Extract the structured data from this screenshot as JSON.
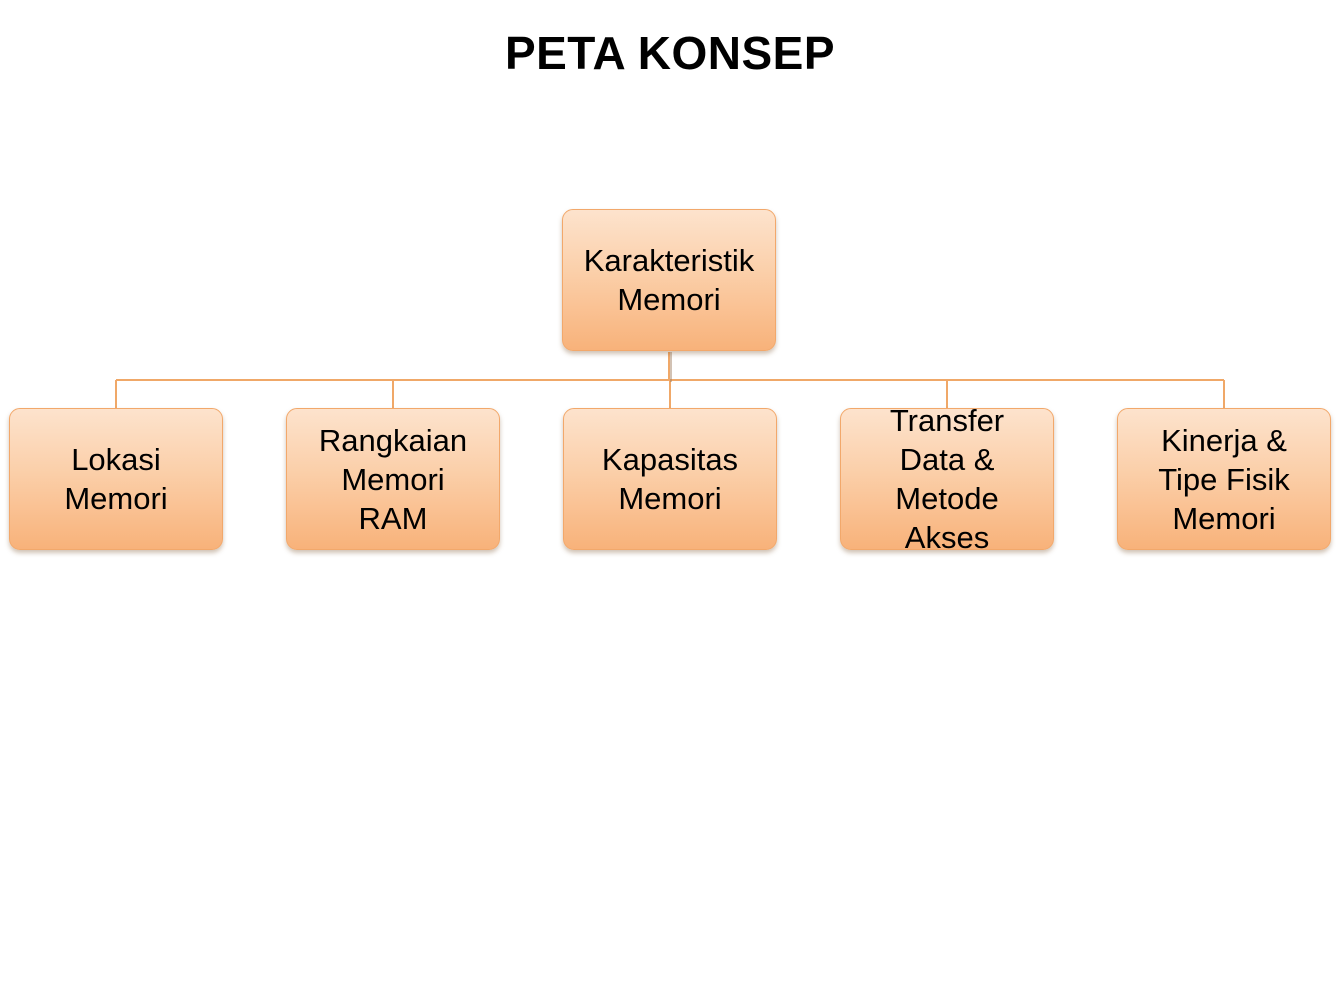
{
  "title": "PETA KONSEP",
  "colors": {
    "node_border": "#f2a86b",
    "node_fill_top": "#fde3cd",
    "node_fill_bottom": "#f8b27a",
    "connector": "#f0a868"
  },
  "concept_map": {
    "root": {
      "label": "Karakteristik\nMemori"
    },
    "children": [
      {
        "label": "Lokasi\nMemori"
      },
      {
        "label": "Rangkaian\nMemori\nRAM"
      },
      {
        "label": "Kapasitas\nMemori"
      },
      {
        "label": "Transfer\nData &\nMetode\nAkses"
      },
      {
        "label": "Kinerja &\nTipe Fisik\nMemori"
      }
    ]
  }
}
